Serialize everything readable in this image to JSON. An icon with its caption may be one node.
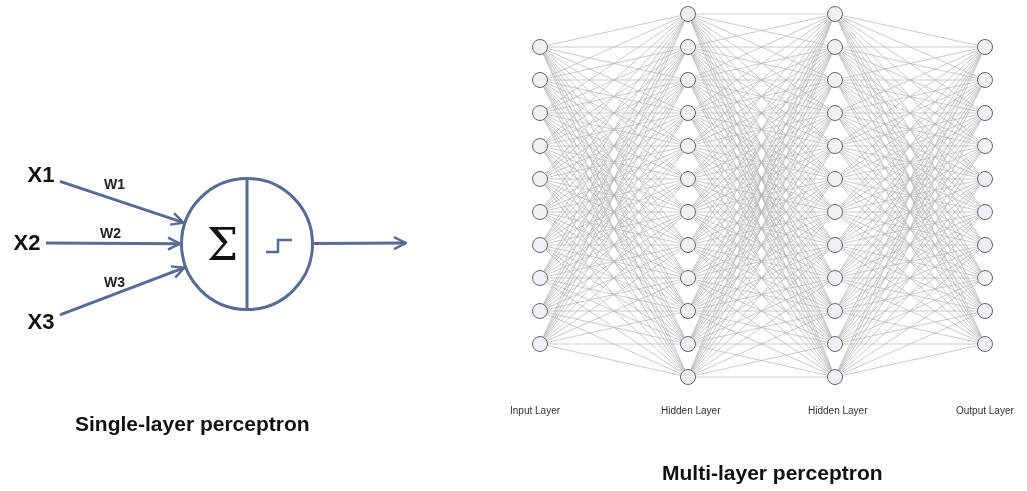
{
  "diagram": {
    "nodes": [
      {
        "text": [
          "X1"
        ]
      },
      {
        "text": [
          "X2"
        ]
      },
      {
        "text": [
          "X3"
        ]
      },
      {
        "text": [
          "Σ"
        ]
      },
      {
        "text": [],
        "shape": "circle"
      },
      {
        "text": [],
        "shape": "circle"
      },
      {
        "text": [],
        "shape": "circle"
      },
      {
        "text": [],
        "shape": "circle"
      },
      {
        "text": [],
        "shape": "circle"
      },
      {
        "text": [],
        "shape": "circle"
      },
      {
        "text": [],
        "shape": "circle"
      },
      {
        "text": [],
        "shape": "circle"
      },
      {
        "text": [],
        "shape": "circle"
      },
      {
        "text": [],
        "shape": "circle"
      },
      {
        "text": [],
        "shape": "circle"
      },
      {
        "text": [],
        "shape": "circle"
      },
      {
        "text": [],
        "shape": "circle"
      },
      {
        "text": [],
        "shape": "circle"
      },
      {
        "text": [],
        "shape": "circle"
      },
      {
        "text": [],
        "shape": "circle"
      },
      {
        "text": [],
        "shape": "circle"
      },
      {
        "text": [],
        "shape": "circle"
      },
      {
        "text": [],
        "shape": "circle"
      },
      {
        "text": [],
        "shape": "circle"
      },
      {
        "text": [],
        "shape": "circle"
      },
      {
        "text": [],
        "shape": "circle"
      },
      {
        "text": [],
        "shape": "circle"
      },
      {
        "text": [],
        "shape": "circle"
      },
      {
        "text": [],
        "shape": "circle"
      },
      {
        "text": [],
        "shape": "circle"
      },
      {
        "text": [],
        "shape": "circle"
      },
      {
        "text": [],
        "shape": "circle"
      },
      {
        "text": [],
        "shape": "circle"
      },
      {
        "text": [],
        "shape": "circle"
      },
      {
        "text": [],
        "shape": "circle"
      },
      {
        "text": [],
        "shape": "circle"
      },
      {
        "text": [],
        "shape": "circle"
      },
      {
        "text": [],
        "shape": "circle"
      },
      {
        "text": [],
        "shape": "circle"
      },
      {
        "text": [],
        "shape": "circle"
      },
      {
        "text": [],
        "shape": "circle"
      },
      {
        "text": [],
        "shape": "circle"
      },
      {
        "text": [],
        "shape": "circle"
      },
      {
        "text": [],
        "shape": "circle"
      },
      {
        "text": [],
        "shape": "circle"
      },
      {
        "text": [],
        "shape": "circle"
      },
      {
        "text": [],
        "shape": "circle"
      },
      {
        "text": [],
        "shape": "circle"
      }
    ],
    "edges": [
      {
        "from": 0,
        "to": 3,
        "arrow": "to",
        "label": "W1",
        "style": "thick",
        "color": "#5a6b92"
      },
      {
        "from": 1,
        "to": 3,
        "arrow": "to",
        "label": "W2",
        "style": "thick",
        "color": "#5a6b92"
      },
      {
        "from": 2,
        "to": 3,
        "arrow": "to",
        "label": "W3",
        "style": "thick",
        "color": "#5a6b92"
      },
      {
        "from": 3,
        "to": null,
        "arrow": "to",
        "style": "thick",
        "color": "#5a6b92"
      },
      {
        "from": 4,
        "to": 14,
        "arrow": "none"
      },
      {
        "from": 4,
        "to": 15,
        "arrow": "none"
      },
      {
        "from": 4,
        "to": 16,
        "arrow": "none"
      },
      {
        "from": 4,
        "to": 17,
        "arrow": "none"
      },
      {
        "from": 4,
        "to": 18,
        "arrow": "none"
      },
      {
        "from": 4,
        "to": 19,
        "arrow": "none"
      },
      {
        "from": 4,
        "to": 20,
        "arrow": "none"
      },
      {
        "from": 4,
        "to": 21,
        "arrow": "none"
      },
      {
        "from": 4,
        "to": 22,
        "arrow": "none"
      },
      {
        "from": 4,
        "to": 23,
        "arrow": "none"
      },
      {
        "from": 4,
        "to": 24,
        "arrow": "none"
      },
      {
        "from": 4,
        "to": 25,
        "arrow": "none"
      },
      {
        "from": 5,
        "to": 14,
        "arrow": "none"
      },
      {
        "from": 5,
        "to": 15,
        "arrow": "none"
      },
      {
        "from": 5,
        "to": 16,
        "arrow": "none"
      },
      {
        "from": 5,
        "to": 17,
        "arrow": "none"
      },
      {
        "from": 5,
        "to": 18,
        "arrow": "none"
      },
      {
        "from": 5,
        "to": 19,
        "arrow": "none"
      },
      {
        "from": 5,
        "to": 20,
        "arrow": "none"
      },
      {
        "from": 5,
        "to": 21,
        "arrow": "none"
      },
      {
        "from": 5,
        "to": 22,
        "arrow": "none"
      },
      {
        "from": 5,
        "to": 23,
        "arrow": "none"
      },
      {
        "from": 5,
        "to": 24,
        "arrow": "none"
      },
      {
        "from": 5,
        "to": 25,
        "arrow": "none"
      },
      {
        "from": 6,
        "to": 14,
        "arrow": "none"
      },
      {
        "from": 6,
        "to": 15,
        "arrow": "none"
      },
      {
        "from": 6,
        "to": 16,
        "arrow": "none"
      },
      {
        "from": 6,
        "to": 17,
        "arrow": "none"
      },
      {
        "from": 6,
        "to": 18,
        "arrow": "none"
      },
      {
        "from": 6,
        "to": 19,
        "arrow": "none"
      },
      {
        "from": 6,
        "to": 20,
        "arrow": "none"
      },
      {
        "from": 6,
        "to": 21,
        "arrow": "none"
      },
      {
        "from": 6,
        "to": 22,
        "arrow": "none"
      },
      {
        "from": 6,
        "to": 23,
        "arrow": "none"
      },
      {
        "from": 6,
        "to": 24,
        "arrow": "none"
      },
      {
        "from": 6,
        "to": 25,
        "arrow": "none"
      },
      {
        "from": 7,
        "to": 14,
        "arrow": "none"
      },
      {
        "from": 7,
        "to": 15,
        "arrow": "none"
      },
      {
        "from": 7,
        "to": 16,
        "arrow": "none"
      },
      {
        "from": 7,
        "to": 17,
        "arrow": "none"
      },
      {
        "from": 7,
        "to": 18,
        "arrow": "none"
      },
      {
        "from": 7,
        "to": 19,
        "arrow": "none"
      },
      {
        "from": 7,
        "to": 20,
        "arrow": "none"
      },
      {
        "from": 7,
        "to": 21,
        "arrow": "none"
      },
      {
        "from": 7,
        "to": 22,
        "arrow": "none"
      },
      {
        "from": 7,
        "to": 23,
        "arrow": "none"
      },
      {
        "from": 7,
        "to": 24,
        "arrow": "none"
      },
      {
        "from": 7,
        "to": 25,
        "arrow": "none"
      },
      {
        "from": 8,
        "to": 14,
        "arrow": "none"
      },
      {
        "from": 8,
        "to": 15,
        "arrow": "none"
      },
      {
        "from": 8,
        "to": 16,
        "arrow": "none"
      },
      {
        "from": 8,
        "to": 17,
        "arrow": "none"
      },
      {
        "from": 8,
        "to": 18,
        "arrow": "none"
      },
      {
        "from": 8,
        "to": 19,
        "arrow": "none"
      },
      {
        "from": 8,
        "to": 20,
        "arrow": "none"
      },
      {
        "from": 8,
        "to": 21,
        "arrow": "none"
      },
      {
        "from": 8,
        "to": 22,
        "arrow": "none"
      },
      {
        "from": 8,
        "to": 23,
        "arrow": "none"
      },
      {
        "from": 8,
        "to": 24,
        "arrow": "none"
      },
      {
        "from": 8,
        "to": 25,
        "arrow": "none"
      },
      {
        "from": 9,
        "to": 14,
        "arrow": "none"
      },
      {
        "from": 9,
        "to": 15,
        "arrow": "none"
      },
      {
        "from": 9,
        "to": 16,
        "arrow": "none"
      },
      {
        "from": 9,
        "to": 17,
        "arrow": "none"
      },
      {
        "from": 9,
        "to": 18,
        "arrow": "none"
      },
      {
        "from": 9,
        "to": 19,
        "arrow": "none"
      },
      {
        "from": 9,
        "to": 20,
        "arrow": "none"
      },
      {
        "from": 9,
        "to": 21,
        "arrow": "none"
      },
      {
        "from": 9,
        "to": 22,
        "arrow": "none"
      },
      {
        "from": 9,
        "to": 23,
        "arrow": "none"
      },
      {
        "from": 9,
        "to": 24,
        "arrow": "none"
      },
      {
        "from": 9,
        "to": 25,
        "arrow": "none"
      },
      {
        "from": 10,
        "to": 14,
        "arrow": "none"
      },
      {
        "from": 10,
        "to": 15,
        "arrow": "none"
      },
      {
        "from": 10,
        "to": 16,
        "arrow": "none"
      },
      {
        "from": 10,
        "to": 17,
        "arrow": "none"
      },
      {
        "from": 10,
        "to": 18,
        "arrow": "none"
      },
      {
        "from": 10,
        "to": 19,
        "arrow": "none"
      },
      {
        "from": 10,
        "to": 20,
        "arrow": "none"
      },
      {
        "from": 10,
        "to": 21,
        "arrow": "none"
      },
      {
        "from": 10,
        "to": 22,
        "arrow": "none"
      },
      {
        "from": 10,
        "to": 23,
        "arrow": "none"
      },
      {
        "from": 10,
        "to": 24,
        "arrow": "none"
      },
      {
        "from": 10,
        "to": 25,
        "arrow": "none"
      },
      {
        "from": 11,
        "to": 14,
        "arrow": "none"
      },
      {
        "from": 11,
        "to": 15,
        "arrow": "none"
      },
      {
        "from": 11,
        "to": 16,
        "arrow": "none"
      },
      {
        "from": 11,
        "to": 17,
        "arrow": "none"
      },
      {
        "from": 11,
        "to": 18,
        "arrow": "none"
      },
      {
        "from": 11,
        "to": 19,
        "arrow": "none"
      },
      {
        "from": 11,
        "to": 20,
        "arrow": "none"
      },
      {
        "from": 11,
        "to": 21,
        "arrow": "none"
      },
      {
        "from": 11,
        "to": 22,
        "arrow": "none"
      },
      {
        "from": 11,
        "to": 23,
        "arrow": "none"
      },
      {
        "from": 11,
        "to": 24,
        "arrow": "none"
      },
      {
        "from": 11,
        "to": 25,
        "arrow": "none"
      },
      {
        "from": 12,
        "to": 14,
        "arrow": "none"
      },
      {
        "from": 12,
        "to": 15,
        "arrow": "none"
      },
      {
        "from": 12,
        "to": 16,
        "arrow": "none"
      },
      {
        "from": 12,
        "to": 17,
        "arrow": "none"
      },
      {
        "from": 12,
        "to": 18,
        "arrow": "none"
      },
      {
        "from": 12,
        "to": 19,
        "arrow": "none"
      },
      {
        "from": 12,
        "to": 20,
        "arrow": "none"
      },
      {
        "from": 12,
        "to": 21,
        "arrow": "none"
      },
      {
        "from": 12,
        "to": 22,
        "arrow": "none"
      },
      {
        "from": 12,
        "to": 23,
        "arrow": "none"
      },
      {
        "from": 12,
        "to": 24,
        "arrow": "none"
      },
      {
        "from": 12,
        "to": 25,
        "arrow": "none"
      },
      {
        "from": 13,
        "to": 14,
        "arrow": "none"
      },
      {
        "from": 13,
        "to": 15,
        "arrow": "none"
      },
      {
        "from": 13,
        "to": 16,
        "arrow": "none"
      },
      {
        "from": 13,
        "to": 17,
        "arrow": "none"
      },
      {
        "from": 13,
        "to": 18,
        "arrow": "none"
      },
      {
        "from": 13,
        "to": 19,
        "arrow": "none"
      },
      {
        "from": 13,
        "to": 20,
        "arrow": "none"
      },
      {
        "from": 13,
        "to": 21,
        "arrow": "none"
      },
      {
        "from": 13,
        "to": 22,
        "arrow": "none"
      },
      {
        "from": 13,
        "to": 23,
        "arrow": "none"
      },
      {
        "from": 13,
        "to": 24,
        "arrow": "none"
      },
      {
        "from": 13,
        "to": 25,
        "arrow": "none"
      },
      {
        "from": 14,
        "to": 26,
        "arrow": "none"
      },
      {
        "from": 14,
        "to": 27,
        "arrow": "none"
      },
      {
        "from": 14,
        "to": 28,
        "arrow": "none"
      },
      {
        "from": 14,
        "to": 29,
        "arrow": "none"
      },
      {
        "from": 14,
        "to": 30,
        "arrow": "none"
      },
      {
        "from": 14,
        "to": 31,
        "arrow": "none"
      },
      {
        "from": 14,
        "to": 32,
        "arrow": "none"
      },
      {
        "from": 14,
        "to": 33,
        "arrow": "none"
      },
      {
        "from": 14,
        "to": 34,
        "arrow": "none"
      },
      {
        "from": 14,
        "to": 35,
        "arrow": "none"
      },
      {
        "from": 14,
        "to": 36,
        "arrow": "none"
      },
      {
        "from": 14,
        "to": 37,
        "arrow": "none"
      },
      {
        "from": 15,
        "to": 26,
        "arrow": "none"
      },
      {
        "from": 15,
        "to": 27,
        "arrow": "none"
      },
      {
        "from": 15,
        "to": 28,
        "arrow": "none"
      },
      {
        "from": 15,
        "to": 29,
        "arrow": "none"
      },
      {
        "from": 15,
        "to": 30,
        "arrow": "none"
      },
      {
        "from": 15,
        "to": 31,
        "arrow": "none"
      },
      {
        "from": 15,
        "to": 32,
        "arrow": "none"
      },
      {
        "from": 15,
        "to": 33,
        "arrow": "none"
      },
      {
        "from": 15,
        "to": 34,
        "arrow": "none"
      },
      {
        "from": 15,
        "to": 35,
        "arrow": "none"
      },
      {
        "from": 15,
        "to": 36,
        "arrow": "none"
      },
      {
        "from": 15,
        "to": 37,
        "arrow": "none"
      },
      {
        "from": 16,
        "to": 26,
        "arrow": "none"
      },
      {
        "from": 16,
        "to": 27,
        "arrow": "none"
      },
      {
        "from": 16,
        "to": 28,
        "arrow": "none"
      },
      {
        "from": 16,
        "to": 29,
        "arrow": "none"
      },
      {
        "from": 16,
        "to": 30,
        "arrow": "none"
      },
      {
        "from": 16,
        "to": 31,
        "arrow": "none"
      },
      {
        "from": 16,
        "to": 32,
        "arrow": "none"
      },
      {
        "from": 16,
        "to": 33,
        "arrow": "none"
      },
      {
        "from": 16,
        "to": 34,
        "arrow": "none"
      },
      {
        "from": 16,
        "to": 35,
        "arrow": "none"
      },
      {
        "from": 16,
        "to": 36,
        "arrow": "none"
      },
      {
        "from": 16,
        "to": 37,
        "arrow": "none"
      },
      {
        "from": 17,
        "to": 26,
        "arrow": "none"
      },
      {
        "from": 17,
        "to": 27,
        "arrow": "none"
      },
      {
        "from": 17,
        "to": 28,
        "arrow": "none"
      },
      {
        "from": 17,
        "to": 29,
        "arrow": "none"
      },
      {
        "from": 17,
        "to": 30,
        "arrow": "none"
      },
      {
        "from": 17,
        "to": 31,
        "arrow": "none"
      },
      {
        "from": 17,
        "to": 32,
        "arrow": "none"
      },
      {
        "from": 17,
        "to": 33,
        "arrow": "none"
      },
      {
        "from": 17,
        "to": 34,
        "arrow": "none"
      },
      {
        "from": 17,
        "to": 35,
        "arrow": "none"
      },
      {
        "from": 17,
        "to": 36,
        "arrow": "none"
      },
      {
        "from": 17,
        "to": 37,
        "arrow": "none"
      },
      {
        "from": 18,
        "to": 26,
        "arrow": "none"
      },
      {
        "from": 18,
        "to": 27,
        "arrow": "none"
      },
      {
        "from": 18,
        "to": 28,
        "arrow": "none"
      },
      {
        "from": 18,
        "to": 29,
        "arrow": "none"
      },
      {
        "from": 18,
        "to": 30,
        "arrow": "none"
      },
      {
        "from": 18,
        "to": 31,
        "arrow": "none"
      },
      {
        "from": 18,
        "to": 32,
        "arrow": "none"
      },
      {
        "from": 18,
        "to": 33,
        "arrow": "none"
      },
      {
        "from": 18,
        "to": 34,
        "arrow": "none"
      },
      {
        "from": 18,
        "to": 35,
        "arrow": "none"
      },
      {
        "from": 18,
        "to": 36,
        "arrow": "none"
      },
      {
        "from": 18,
        "to": 37,
        "arrow": "none"
      },
      {
        "from": 19,
        "to": 26,
        "arrow": "none"
      },
      {
        "from": 19,
        "to": 27,
        "arrow": "none"
      },
      {
        "from": 19,
        "to": 28,
        "arrow": "none"
      },
      {
        "from": 19,
        "to": 29,
        "arrow": "none"
      },
      {
        "from": 19,
        "to": 30,
        "arrow": "none"
      },
      {
        "from": 19,
        "to": 31,
        "arrow": "none"
      },
      {
        "from": 19,
        "to": 32,
        "arrow": "none"
      },
      {
        "from": 19,
        "to": 33,
        "arrow": "none"
      },
      {
        "from": 19,
        "to": 34,
        "arrow": "none"
      },
      {
        "from": 19,
        "to": 35,
        "arrow": "none"
      },
      {
        "from": 19,
        "to": 36,
        "arrow": "none"
      },
      {
        "from": 19,
        "to": 37,
        "arrow": "none"
      },
      {
        "from": 20,
        "to": 26,
        "arrow": "none"
      },
      {
        "from": 20,
        "to": 27,
        "arrow": "none"
      },
      {
        "from": 20,
        "to": 28,
        "arrow": "none"
      },
      {
        "from": 20,
        "to": 29,
        "arrow": "none"
      },
      {
        "from": 20,
        "to": 30,
        "arrow": "none"
      },
      {
        "from": 20,
        "to": 31,
        "arrow": "none"
      },
      {
        "from": 20,
        "to": 32,
        "arrow": "none"
      },
      {
        "from": 20,
        "to": 33,
        "arrow": "none"
      },
      {
        "from": 20,
        "to": 34,
        "arrow": "none"
      },
      {
        "from": 20,
        "to": 35,
        "arrow": "none"
      },
      {
        "from": 20,
        "to": 36,
        "arrow": "none"
      },
      {
        "from": 20,
        "to": 37,
        "arrow": "none"
      },
      {
        "from": 21,
        "to": 26,
        "arrow": "none"
      },
      {
        "from": 21,
        "to": 27,
        "arrow": "none"
      },
      {
        "from": 21,
        "to": 28,
        "arrow": "none"
      },
      {
        "from": 21,
        "to": 29,
        "arrow": "none"
      },
      {
        "from": 21,
        "to": 30,
        "arrow": "none"
      },
      {
        "from": 21,
        "to": 31,
        "arrow": "none"
      },
      {
        "from": 21,
        "to": 32,
        "arrow": "none"
      },
      {
        "from": 21,
        "to": 33,
        "arrow": "none"
      },
      {
        "from": 21,
        "to": 34,
        "arrow": "none"
      },
      {
        "from": 21,
        "to": 35,
        "arrow": "none"
      },
      {
        "from": 21,
        "to": 36,
        "arrow": "none"
      },
      {
        "from": 21,
        "to": 37,
        "arrow": "none"
      },
      {
        "from": 22,
        "to": 26,
        "arrow": "none"
      },
      {
        "from": 22,
        "to": 27,
        "arrow": "none"
      },
      {
        "from": 22,
        "to": 28,
        "arrow": "none"
      },
      {
        "from": 22,
        "to": 29,
        "arrow": "none"
      },
      {
        "from": 22,
        "to": 30,
        "arrow": "none"
      },
      {
        "from": 22,
        "to": 31,
        "arrow": "none"
      },
      {
        "from": 22,
        "to": 32,
        "arrow": "none"
      },
      {
        "from": 22,
        "to": 33,
        "arrow": "none"
      },
      {
        "from": 22,
        "to": 34,
        "arrow": "none"
      },
      {
        "from": 22,
        "to": 35,
        "arrow": "none"
      },
      {
        "from": 22,
        "to": 36,
        "arrow": "none"
      },
      {
        "from": 22,
        "to": 37,
        "arrow": "none"
      },
      {
        "from": 23,
        "to": 26,
        "arrow": "none"
      },
      {
        "from": 23,
        "to": 27,
        "arrow": "none"
      },
      {
        "from": 23,
        "to": 28,
        "arrow": "none"
      },
      {
        "from": 23,
        "to": 29,
        "arrow": "none"
      },
      {
        "from": 23,
        "to": 30,
        "arrow": "none"
      },
      {
        "from": 23,
        "to": 31,
        "arrow": "none"
      },
      {
        "from": 23,
        "to": 32,
        "arrow": "none"
      },
      {
        "from": 23,
        "to": 33,
        "arrow": "none"
      },
      {
        "from": 23,
        "to": 34,
        "arrow": "none"
      },
      {
        "from": 23,
        "to": 35,
        "arrow": "none"
      },
      {
        "from": 23,
        "to": 36,
        "arrow": "none"
      },
      {
        "from": 23,
        "to": 37,
        "arrow": "none"
      },
      {
        "from": 24,
        "to": 26,
        "arrow": "none"
      },
      {
        "from": 24,
        "to": 27,
        "arrow": "none"
      },
      {
        "from": 24,
        "to": 28,
        "arrow": "none"
      },
      {
        "from": 24,
        "to": 29,
        "arrow": "none"
      },
      {
        "from": 24,
        "to": 30,
        "arrow": "none"
      },
      {
        "from": 24,
        "to": 31,
        "arrow": "none"
      },
      {
        "from": 24,
        "to": 32,
        "arrow": "none"
      },
      {
        "from": 24,
        "to": 33,
        "arrow": "none"
      },
      {
        "from": 24,
        "to": 34,
        "arrow": "none"
      },
      {
        "from": 24,
        "to": 35,
        "arrow": "none"
      },
      {
        "from": 24,
        "to": 36,
        "arrow": "none"
      },
      {
        "from": 24,
        "to": 37,
        "arrow": "none"
      },
      {
        "from": 25,
        "to": 26,
        "arrow": "none"
      },
      {
        "from": 25,
        "to": 27,
        "arrow": "none"
      },
      {
        "from": 25,
        "to": 28,
        "arrow": "none"
      },
      {
        "from": 25,
        "to": 29,
        "arrow": "none"
      },
      {
        "from": 25,
        "to": 30,
        "arrow": "none"
      },
      {
        "from": 25,
        "to": 31,
        "arrow": "none"
      },
      {
        "from": 25,
        "to": 32,
        "arrow": "none"
      },
      {
        "from": 25,
        "to": 33,
        "arrow": "none"
      },
      {
        "from": 25,
        "to": 34,
        "arrow": "none"
      },
      {
        "from": 25,
        "to": 35,
        "arrow": "none"
      },
      {
        "from": 25,
        "to": 36,
        "arrow": "none"
      },
      {
        "from": 25,
        "to": 37,
        "arrow": "none"
      },
      {
        "from": 26,
        "to": 38,
        "arrow": "none"
      },
      {
        "from": 26,
        "to": 39,
        "arrow": "none"
      },
      {
        "from": 26,
        "to": 40,
        "arrow": "none"
      },
      {
        "from": 26,
        "to": 41,
        "arrow": "none"
      },
      {
        "from": 26,
        "to": 42,
        "arrow": "none"
      },
      {
        "from": 26,
        "to": 43,
        "arrow": "none"
      },
      {
        "from": 26,
        "to": 44,
        "arrow": "none"
      },
      {
        "from": 26,
        "to": 45,
        "arrow": "none"
      },
      {
        "from": 26,
        "to": 46,
        "arrow": "none"
      },
      {
        "from": 26,
        "to": 47,
        "arrow": "none"
      },
      {
        "from": 27,
        "to": 38,
        "arrow": "none"
      },
      {
        "from": 27,
        "to": 39,
        "arrow": "none"
      },
      {
        "from": 27,
        "to": 40,
        "arrow": "none"
      },
      {
        "from": 27,
        "to": 41,
        "arrow": "none"
      },
      {
        "from": 27,
        "to": 42,
        "arrow": "none"
      },
      {
        "from": 27,
        "to": 43,
        "arrow": "none"
      },
      {
        "from": 27,
        "to": 44,
        "arrow": "none"
      },
      {
        "from": 27,
        "to": 45,
        "arrow": "none"
      },
      {
        "from": 27,
        "to": 46,
        "arrow": "none"
      },
      {
        "from": 27,
        "to": 47,
        "arrow": "none"
      },
      {
        "from": 28,
        "to": 38,
        "arrow": "none"
      },
      {
        "from": 28,
        "to": 39,
        "arrow": "none"
      },
      {
        "from": 28,
        "to": 40,
        "arrow": "none"
      },
      {
        "from": 28,
        "to": 41,
        "arrow": "none"
      },
      {
        "from": 28,
        "to": 42,
        "arrow": "none"
      },
      {
        "from": 28,
        "to": 43,
        "arrow": "none"
      },
      {
        "from": 28,
        "to": 44,
        "arrow": "none"
      },
      {
        "from": 28,
        "to": 45,
        "arrow": "none"
      },
      {
        "from": 28,
        "to": 46,
        "arrow": "none"
      },
      {
        "from": 28,
        "to": 47,
        "arrow": "none"
      },
      {
        "from": 29,
        "to": 38,
        "arrow": "none"
      },
      {
        "from": 29,
        "to": 39,
        "arrow": "none"
      },
      {
        "from": 29,
        "to": 40,
        "arrow": "none"
      },
      {
        "from": 29,
        "to": 41,
        "arrow": "none"
      },
      {
        "from": 29,
        "to": 42,
        "arrow": "none"
      },
      {
        "from": 29,
        "to": 43,
        "arrow": "none"
      },
      {
        "from": 29,
        "to": 44,
        "arrow": "none"
      },
      {
        "from": 29,
        "to": 45,
        "arrow": "none"
      },
      {
        "from": 29,
        "to": 46,
        "arrow": "none"
      },
      {
        "from": 29,
        "to": 47,
        "arrow": "none"
      },
      {
        "from": 30,
        "to": 38,
        "arrow": "none"
      },
      {
        "from": 30,
        "to": 39,
        "arrow": "none"
      },
      {
        "from": 30,
        "to": 40,
        "arrow": "none"
      },
      {
        "from": 30,
        "to": 41,
        "arrow": "none"
      },
      {
        "from": 30,
        "to": 42,
        "arrow": "none"
      },
      {
        "from": 30,
        "to": 43,
        "arrow": "none"
      },
      {
        "from": 30,
        "to": 44,
        "arrow": "none"
      },
      {
        "from": 30,
        "to": 45,
        "arrow": "none"
      },
      {
        "from": 30,
        "to": 46,
        "arrow": "none"
      },
      {
        "from": 30,
        "to": 47,
        "arrow": "none"
      },
      {
        "from": 31,
        "to": 38,
        "arrow": "none"
      },
      {
        "from": 31,
        "to": 39,
        "arrow": "none"
      },
      {
        "from": 31,
        "to": 40,
        "arrow": "none"
      },
      {
        "from": 31,
        "to": 41,
        "arrow": "none"
      },
      {
        "from": 31,
        "to": 42,
        "arrow": "none"
      },
      {
        "from": 31,
        "to": 43,
        "arrow": "none"
      },
      {
        "from": 31,
        "to": 44,
        "arrow": "none"
      },
      {
        "from": 31,
        "to": 45,
        "arrow": "none"
      },
      {
        "from": 31,
        "to": 46,
        "arrow": "none"
      },
      {
        "from": 31,
        "to": 47,
        "arrow": "none"
      },
      {
        "from": 32,
        "to": 38,
        "arrow": "none"
      },
      {
        "from": 32,
        "to": 39,
        "arrow": "none"
      },
      {
        "from": 32,
        "to": 40,
        "arrow": "none"
      },
      {
        "from": 32,
        "to": 41,
        "arrow": "none"
      },
      {
        "from": 32,
        "to": 42,
        "arrow": "none"
      },
      {
        "from": 32,
        "to": 43,
        "arrow": "none"
      },
      {
        "from": 32,
        "to": 44,
        "arrow": "none"
      },
      {
        "from": 32,
        "to": 45,
        "arrow": "none"
      },
      {
        "from": 32,
        "to": 46,
        "arrow": "none"
      },
      {
        "from": 32,
        "to": 47,
        "arrow": "none"
      },
      {
        "from": 33,
        "to": 38,
        "arrow": "none"
      },
      {
        "from": 33,
        "to": 39,
        "arrow": "none"
      },
      {
        "from": 33,
        "to": 40,
        "arrow": "none"
      },
      {
        "from": 33,
        "to": 41,
        "arrow": "none"
      },
      {
        "from": 33,
        "to": 42,
        "arrow": "none"
      },
      {
        "from": 33,
        "to": 43,
        "arrow": "none"
      },
      {
        "from": 33,
        "to": 44,
        "arrow": "none"
      },
      {
        "from": 33,
        "to": 45,
        "arrow": "none"
      },
      {
        "from": 33,
        "to": 46,
        "arrow": "none"
      },
      {
        "from": 33,
        "to": 47,
        "arrow": "none"
      },
      {
        "from": 34,
        "to": 38,
        "arrow": "none"
      },
      {
        "from": 34,
        "to": 39,
        "arrow": "none"
      },
      {
        "from": 34,
        "to": 40,
        "arrow": "none"
      },
      {
        "from": 34,
        "to": 41,
        "arrow": "none"
      },
      {
        "from": 34,
        "to": 42,
        "arrow": "none"
      },
      {
        "from": 34,
        "to": 43,
        "arrow": "none"
      },
      {
        "from": 34,
        "to": 44,
        "arrow": "none"
      },
      {
        "from": 34,
        "to": 45,
        "arrow": "none"
      },
      {
        "from": 34,
        "to": 46,
        "arrow": "none"
      },
      {
        "from": 34,
        "to": 47,
        "arrow": "none"
      },
      {
        "from": 35,
        "to": 38,
        "arrow": "none"
      },
      {
        "from": 35,
        "to": 39,
        "arrow": "none"
      },
      {
        "from": 35,
        "to": 40,
        "arrow": "none"
      },
      {
        "from": 35,
        "to": 41,
        "arrow": "none"
      },
      {
        "from": 35,
        "to": 42,
        "arrow": "none"
      },
      {
        "from": 35,
        "to": 43,
        "arrow": "none"
      },
      {
        "from": 35,
        "to": 44,
        "arrow": "none"
      },
      {
        "from": 35,
        "to": 45,
        "arrow": "none"
      },
      {
        "from": 35,
        "to": 46,
        "arrow": "none"
      },
      {
        "from": 35,
        "to": 47,
        "arrow": "none"
      },
      {
        "from": 36,
        "to": 38,
        "arrow": "none"
      },
      {
        "from": 36,
        "to": 39,
        "arrow": "none"
      },
      {
        "from": 36,
        "to": 40,
        "arrow": "none"
      },
      {
        "from": 36,
        "to": 41,
        "arrow": "none"
      },
      {
        "from": 36,
        "to": 42,
        "arrow": "none"
      },
      {
        "from": 36,
        "to": 43,
        "arrow": "none"
      },
      {
        "from": 36,
        "to": 44,
        "arrow": "none"
      },
      {
        "from": 36,
        "to": 45,
        "arrow": "none"
      },
      {
        "from": 36,
        "to": 46,
        "arrow": "none"
      },
      {
        "from": 36,
        "to": 47,
        "arrow": "none"
      },
      {
        "from": 37,
        "to": 38,
        "arrow": "none"
      },
      {
        "from": 37,
        "to": 39,
        "arrow": "none"
      },
      {
        "from": 37,
        "to": 40,
        "arrow": "none"
      },
      {
        "from": 37,
        "to": 41,
        "arrow": "none"
      },
      {
        "from": 37,
        "to": 42,
        "arrow": "none"
      },
      {
        "from": 37,
        "to": 43,
        "arrow": "none"
      },
      {
        "from": 37,
        "to": 44,
        "arrow": "none"
      },
      {
        "from": 37,
        "to": 45,
        "arrow": "none"
      },
      {
        "from": 37,
        "to": 46,
        "arrow": "none"
      },
      {
        "from": 37,
        "to": 47,
        "arrow": "none"
      }
    ],
    "labels": [
      "Single-layer perceptron",
      "Input Layer",
      "Hidden Layer",
      "Hidden Layer",
      "Output Layer",
      "Multi-layer perceptron"
    ]
  }
}
